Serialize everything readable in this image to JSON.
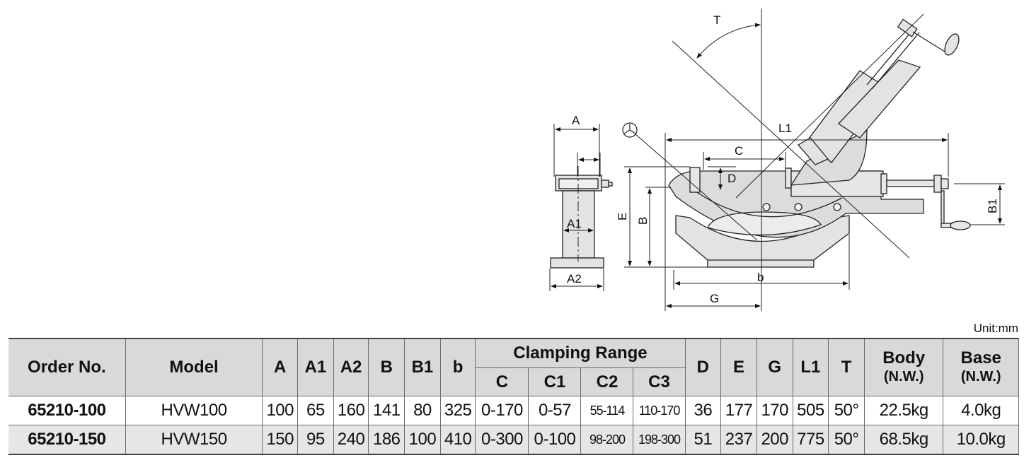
{
  "drawing": {
    "labels": {
      "T": "T",
      "L1": "L1",
      "A": "A",
      "A1": "A1",
      "A2": "A2",
      "C": "C",
      "D": "D",
      "E": "E",
      "B": "B",
      "b": "b",
      "G": "G",
      "B1": "B1"
    }
  },
  "unit_note": "Unit:mm",
  "table": {
    "headers": {
      "order_no": "Order No.",
      "model": "Model",
      "A": "A",
      "A1": "A1",
      "A2": "A2",
      "B": "B",
      "B1": "B1",
      "b": "b",
      "clamping_range": "Clamping Range",
      "C": "C",
      "C1": "C1",
      "C2": "C2",
      "C3": "C3",
      "D": "D",
      "E": "E",
      "G": "G",
      "L1": "L1",
      "T": "T",
      "body": "Body",
      "body_sub": "(N.W.)",
      "base": "Base",
      "base_sub": "(N.W.)"
    },
    "rows": [
      {
        "order_no": "65210-100",
        "model": "HVW100",
        "A": "100",
        "A1": "65",
        "A2": "160",
        "B": "141",
        "B1": "80",
        "b": "325",
        "C": "0-170",
        "C1": "0-57",
        "C2": "55-114",
        "C3": "110-170",
        "D": "36",
        "E": "177",
        "G": "170",
        "L1": "505",
        "T": "50°",
        "body": "22.5kg",
        "base": "4.0kg"
      },
      {
        "order_no": "65210-150",
        "model": "HVW150",
        "A": "150",
        "A1": "95",
        "A2": "240",
        "B": "186",
        "B1": "100",
        "b": "410",
        "C": "0-300",
        "C1": "0-100",
        "C2": "98-200",
        "C3": "198-300",
        "D": "51",
        "E": "237",
        "G": "200",
        "L1": "775",
        "T": "50°",
        "body": "68.5kg",
        "base": "10.0kg"
      }
    ]
  }
}
